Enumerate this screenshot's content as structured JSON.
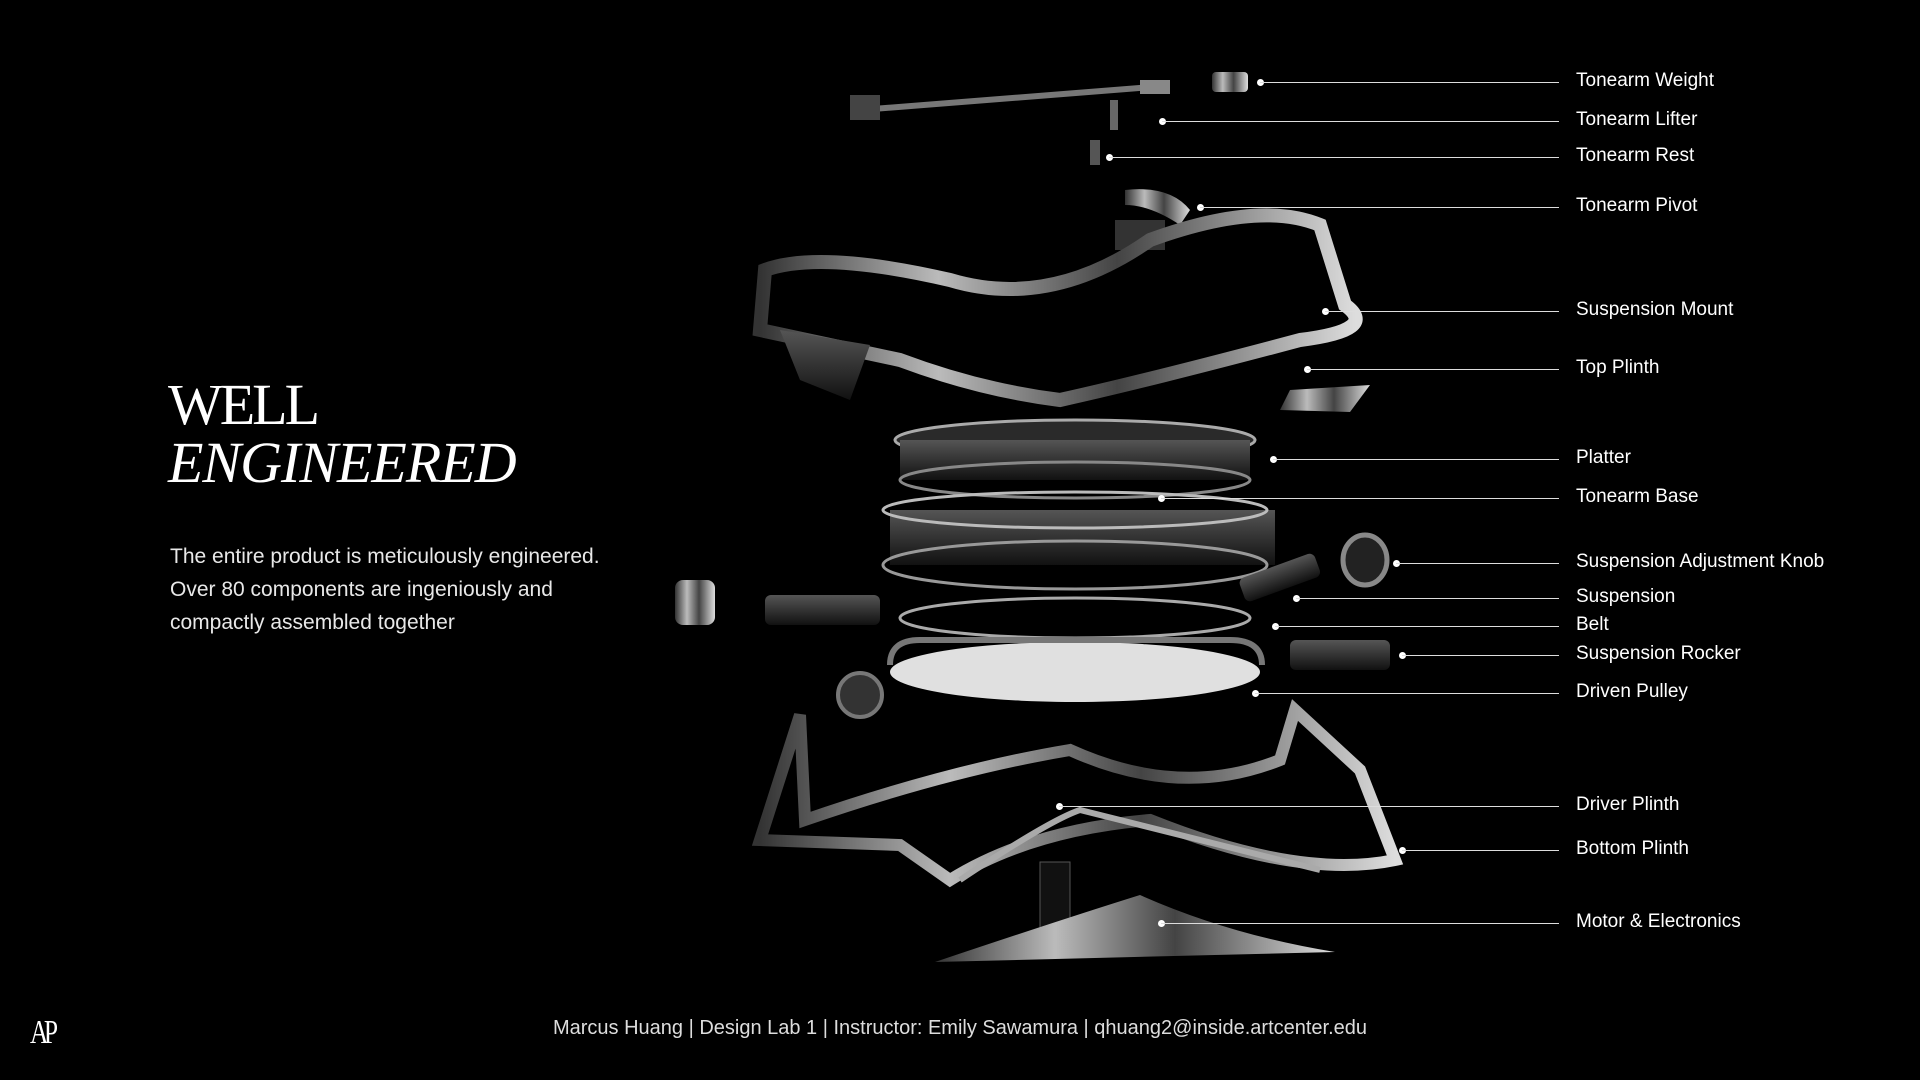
{
  "heading": {
    "line1": "WELL",
    "line2": "ENGINEERED"
  },
  "body": [
    "The entire product is meticulously engineered.",
    "Over 80 components are ingeniously and",
    "compactly assembled together"
  ],
  "footer": "Marcus Huang | Design Lab 1 | Instructor: Emily Sawamura | qhuang2@inside.artcenter.edu",
  "logo": "AP",
  "callouts": [
    "Tonearm Weight",
    "Tonearm Lifter",
    "Tonearm Rest",
    "Tonearm Pivot",
    "Suspension Mount",
    "Top Plinth",
    "Platter",
    "Tonearm Base",
    "Suspension Adjustment Knob",
    "Suspension",
    "Belt",
    "Suspension Rocker",
    "Driven Pulley",
    "Driver Plinth",
    "Bottom Plinth",
    "Motor & Electronics"
  ]
}
